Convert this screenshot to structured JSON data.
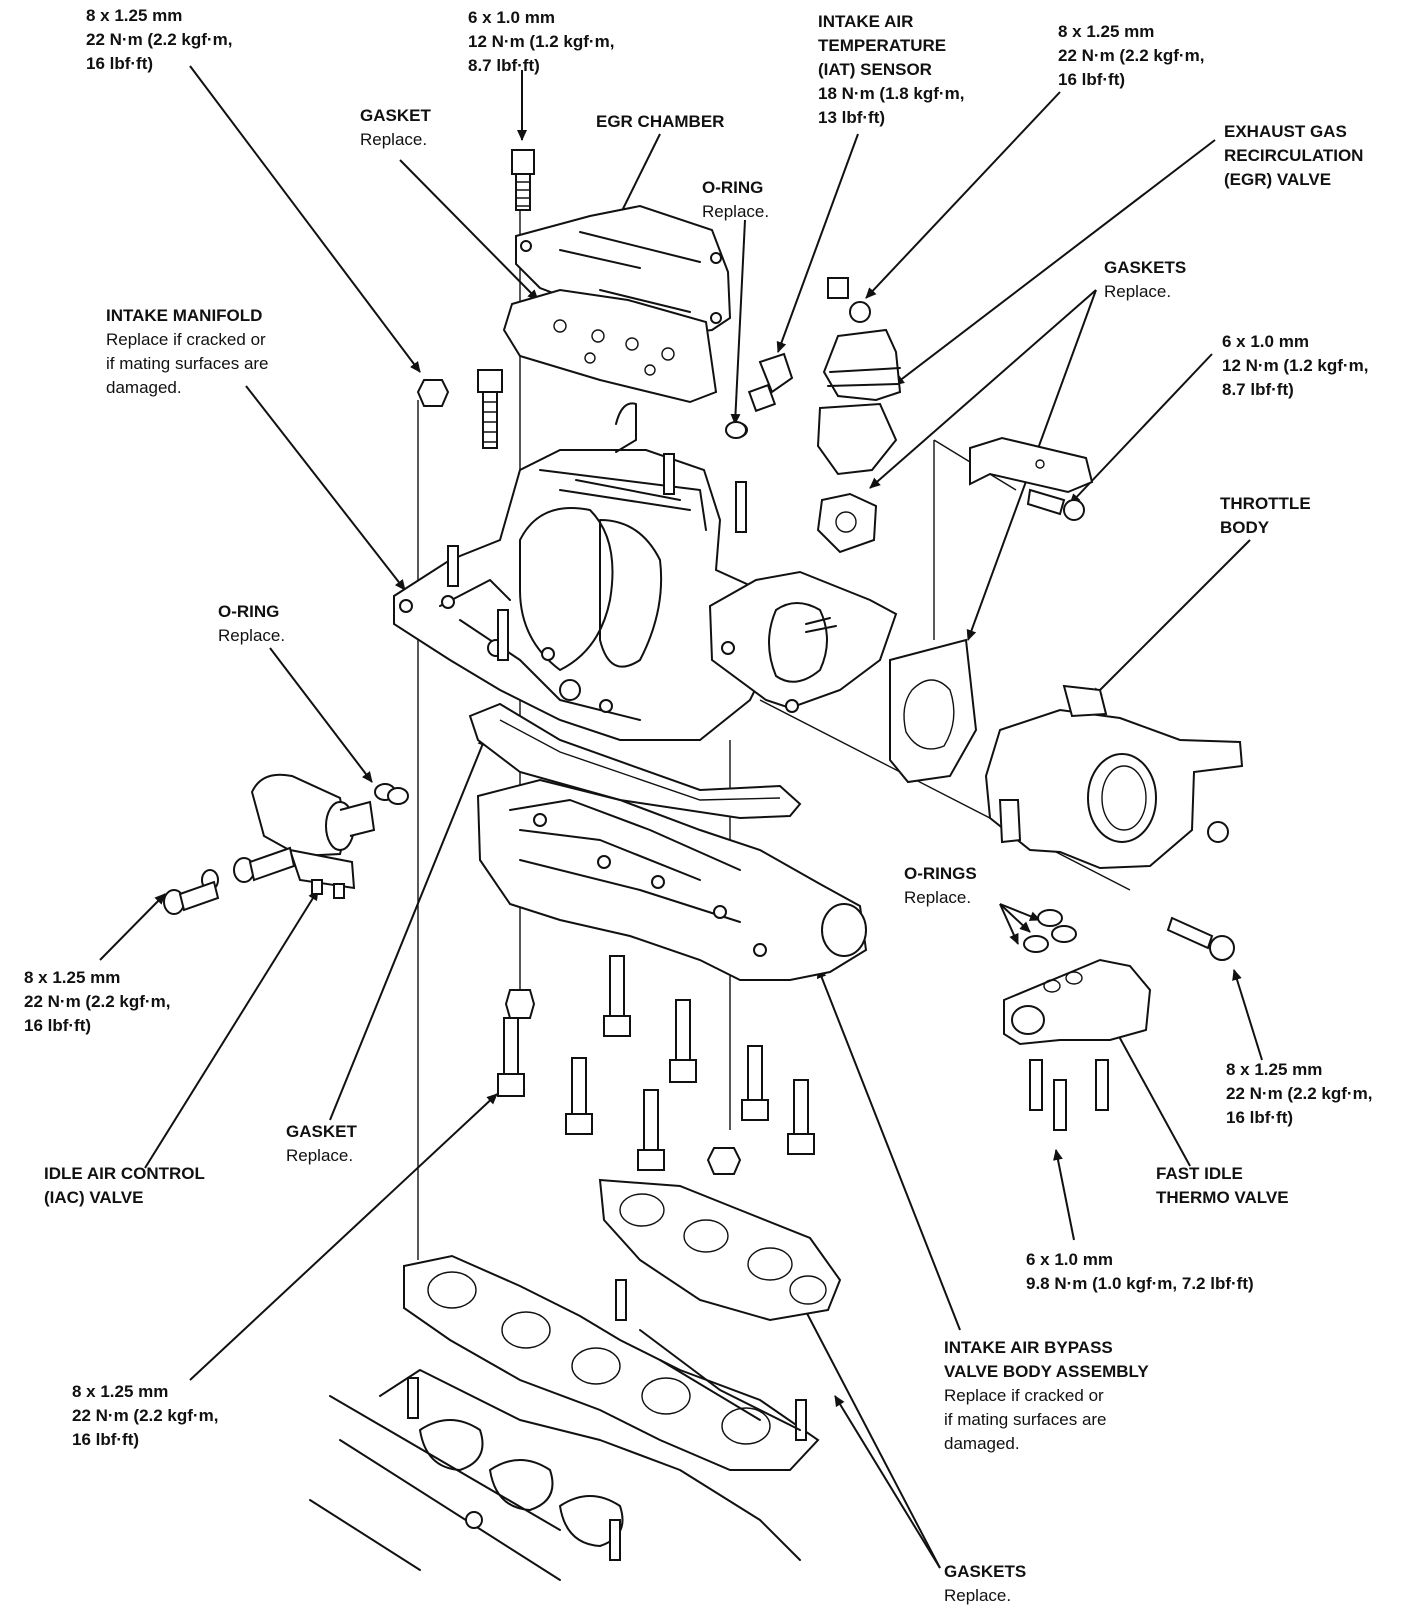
{
  "callouts": {
    "bolt_top_left": [
      "8 x 1.25 mm",
      "22 N·m (2.2 kgf·m,",
      "16 lbf·ft)"
    ],
    "bolt_top_center": [
      "6 x 1.0 mm",
      "12 N·m (1.2 kgf·m,",
      "8.7 lbf·ft)"
    ],
    "gasket_top": {
      "title": "GASKET",
      "note": "Replace."
    },
    "egr_chamber": {
      "title": "EGR CHAMBER"
    },
    "o_ring_top": {
      "title": "O-RING",
      "note": "Replace."
    },
    "iat_sensor": {
      "title_lines": [
        "INTAKE AIR",
        "TEMPERATURE",
        "(IAT) SENSOR"
      ],
      "spec_lines": [
        "18 N·m (1.8 kgf·m,",
        "13 lbf·ft)"
      ]
    },
    "bolt_top_right": [
      "8 x 1.25 mm",
      "22 N·m (2.2 kgf·m,",
      "16 lbf·ft)"
    ],
    "egr_valve": {
      "title_lines": [
        "EXHAUST GAS",
        "RECIRCULATION",
        "(EGR) VALVE"
      ]
    },
    "gaskets_right": {
      "title": "GASKETS",
      "note": "Replace."
    },
    "intake_manifold": {
      "title": "INTAKE MANIFOLD",
      "note_lines": [
        "Replace if cracked or",
        "if mating surfaces are",
        "damaged."
      ]
    },
    "bolt_right": [
      "6 x 1.0 mm",
      "12 N·m (1.2 kgf·m,",
      "8.7 lbf·ft)"
    ],
    "throttle_body": {
      "title_lines": [
        "THROTTLE",
        "BODY"
      ]
    },
    "o_ring_left": {
      "title": "O-RING",
      "note": "Replace."
    },
    "o_rings_right": {
      "title": "O-RINGS",
      "note": "Replace."
    },
    "bolt_left_iac": [
      "8 x 1.25 mm",
      "22 N·m (2.2 kgf·m,",
      "16 lbf·ft)"
    ],
    "bolt_right_lower": [
      "8 x 1.25 mm",
      "22 N·m (2.2 kgf·m,",
      "16 lbf·ft)"
    ],
    "gasket_lower": {
      "title": "GASKET",
      "note": "Replace."
    },
    "iac_valve": {
      "title_lines": [
        "IDLE AIR CONTROL",
        "(IAC) VALVE"
      ]
    },
    "fast_idle": {
      "title_lines": [
        "FAST IDLE",
        "THERMO VALVE"
      ]
    },
    "bolt_fast_idle": [
      "6 x 1.0 mm",
      "9.8 N·m (1.0 kgf·m, 7.2 lbf·ft)"
    ],
    "bolt_bottom_left": [
      "8 x 1.25 mm",
      "22 N·m (2.2 kgf·m,",
      "16 lbf·ft)"
    ],
    "bypass_valve": {
      "title_lines": [
        "INTAKE AIR BYPASS",
        "VALVE BODY ASSEMBLY"
      ],
      "note_lines": [
        "Replace if cracked or",
        "if mating surfaces are",
        "damaged."
      ]
    },
    "gaskets_bottom": {
      "title": "GASKETS",
      "note": "Replace."
    }
  },
  "colors": {
    "ink": "#111111",
    "paper": "#ffffff"
  }
}
